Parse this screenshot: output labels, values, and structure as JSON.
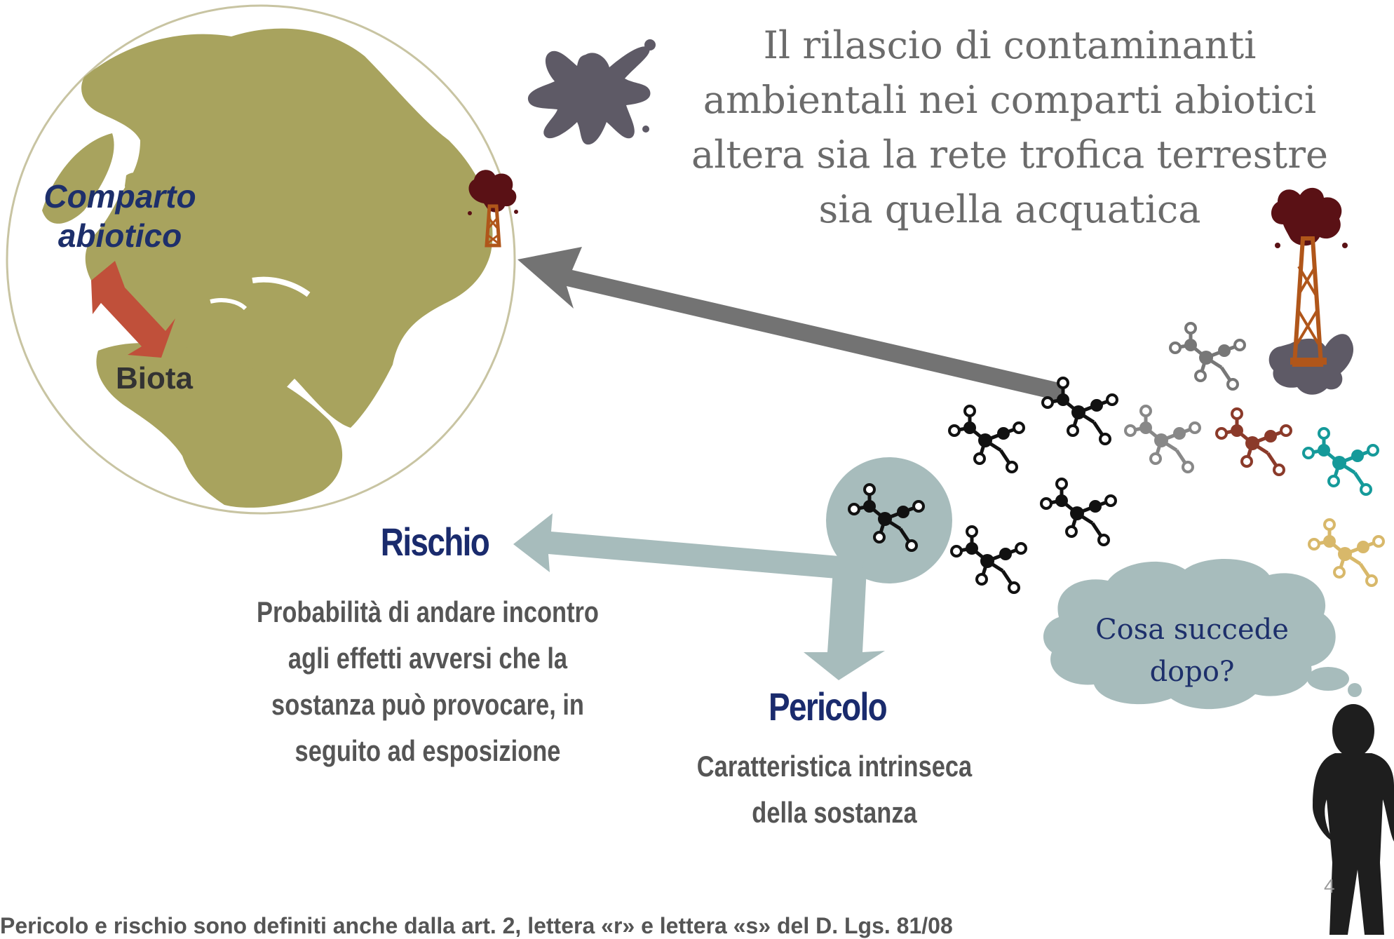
{
  "title": {
    "lines": [
      "Il rilascio di contaminanti",
      "ambientali nei comparti abiotici",
      "altera sia la rete trofica terrestre",
      "sia quella acquatica"
    ]
  },
  "globe": {
    "comparto_lines": [
      "Comparto",
      "abiotico"
    ],
    "biota": "Biota"
  },
  "rischio": {
    "heading": "Rischio",
    "description_lines": [
      "Probabilità di andare incontro",
      "agli effetti avversi che la",
      "sostanza può provocare, in",
      "seguito ad esposizione"
    ]
  },
  "pericolo": {
    "heading": "Pericolo",
    "description_lines": [
      "Caratteristica intrinseca",
      "della sostanza"
    ]
  },
  "thought_bubble": {
    "lines": [
      "Cosa succede",
      "dopo?"
    ]
  },
  "footer": "Pericolo e rischio sono definiti anche dalla art. 2, lettera «r» e lettera «s» del D. Lgs. 81/08",
  "page_number": "4",
  "colors": {
    "globe_land": "#a8a35e",
    "arrow_grey": "#737373",
    "arrow_light": "#a7bcbc",
    "biota_arrow": "#c0503a",
    "navy": "#1a2b6d",
    "splat": "#5e5a66"
  }
}
